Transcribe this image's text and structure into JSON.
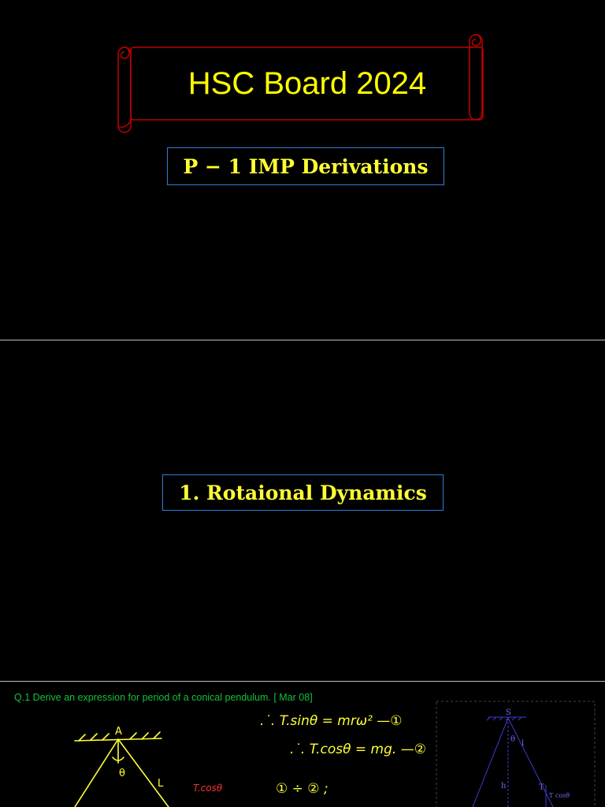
{
  "slide1": {
    "title": "HSC Board 2024",
    "subtitle": "P − 1 IMP Derivations"
  },
  "slide2": {
    "chapter": "1. Rotaional Dynamics"
  },
  "slide3": {
    "question": "Q.1 Derive an expression for period of a conical pendulum. [ Mar 08]",
    "handwriting": {
      "line1": ".˙. T.sinθ = mrω² —①",
      "line2": ".˙. T.cosθ = mg. —②",
      "line3": "① ÷ ② ;",
      "tension_label": "T.cosθ",
      "point_label": "A",
      "angle_label": "θ",
      "length_label": "L"
    },
    "diagram_labels": {
      "support": "S",
      "angle": "θ",
      "length": "l",
      "height": "h",
      "tension": "T",
      "tcos": "T cosθ"
    }
  },
  "colors": {
    "background": "#000000",
    "title_text": "#ffff00",
    "scroll_outline": "#c00000",
    "box_border": "#2f7fd6",
    "question_text": "#13c13c",
    "diagram_lines": "#3b3bd1"
  }
}
